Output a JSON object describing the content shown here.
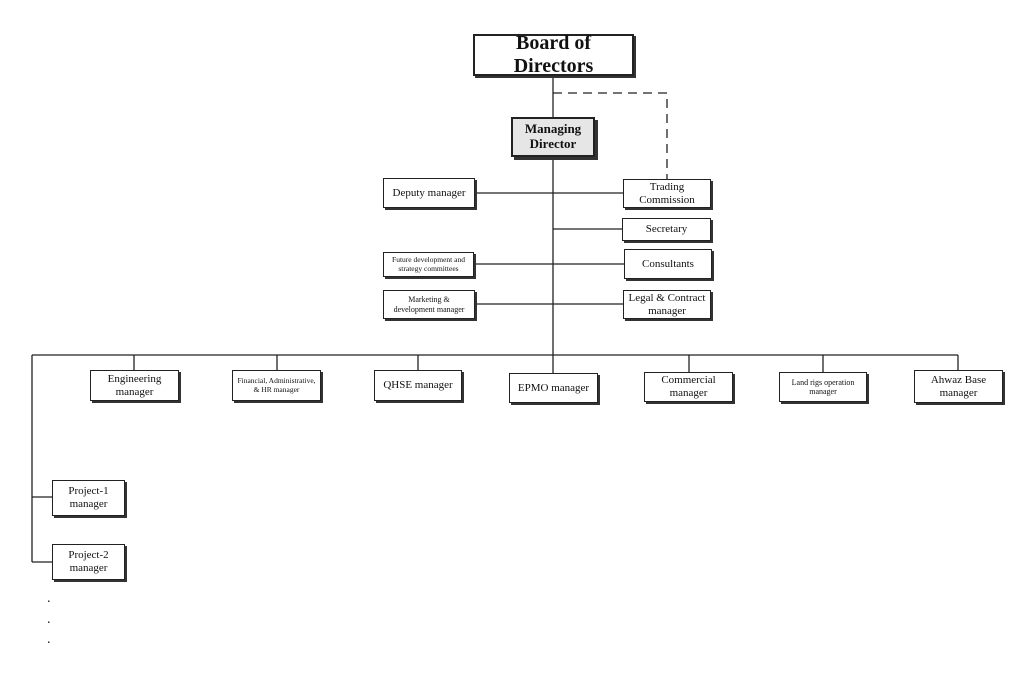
{
  "board": {
    "label": "Board of Directors"
  },
  "managing_director": {
    "label": "Managing Director"
  },
  "staff_left": [
    {
      "label": "Deputy manager"
    },
    {
      "label": "Future development and strategy committees"
    },
    {
      "label": "Marketing & development manager"
    }
  ],
  "staff_right": [
    {
      "label": "Trading Commission"
    },
    {
      "label": "Secretary"
    },
    {
      "label": "Consultants"
    },
    {
      "label": "Legal & Contract manager"
    }
  ],
  "departments": [
    {
      "label": "Engineering manager"
    },
    {
      "label": "Financial, Administrative, & HR manager"
    },
    {
      "label": "QHSE manager"
    },
    {
      "label": "EPMO manager"
    },
    {
      "label": "Commercial manager"
    },
    {
      "label": "Land rigs operation manager"
    },
    {
      "label": "Ahwaz Base manager"
    }
  ],
  "projects": [
    {
      "label": "Project-1 manager"
    },
    {
      "label": "Project-2 manager"
    }
  ],
  "continuation_marks": [
    ".",
    ".",
    "."
  ]
}
